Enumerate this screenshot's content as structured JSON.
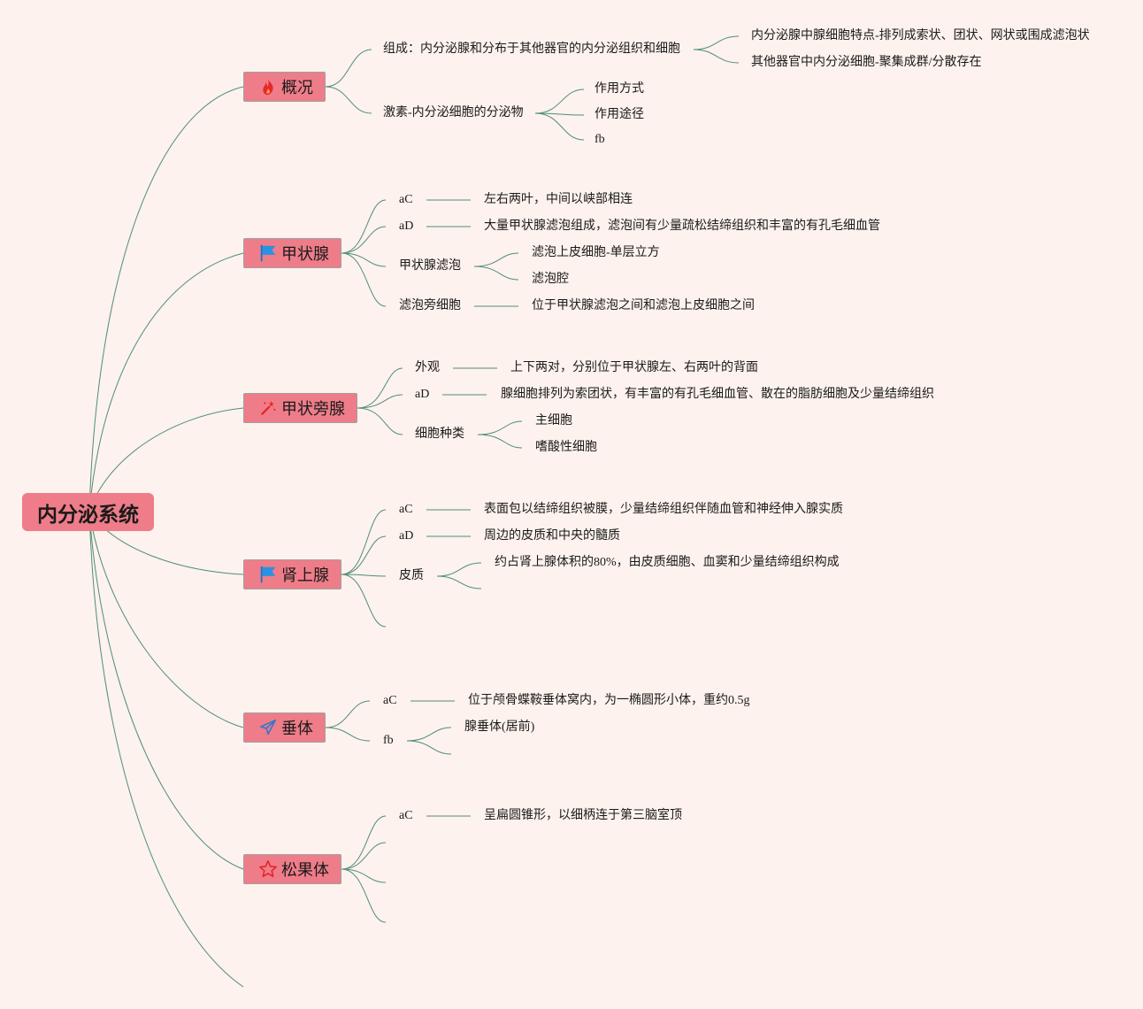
{
  "root": {
    "label": "内分泌系统"
  },
  "branches": [
    {
      "label": "概况",
      "icon": "fire-icon"
    },
    {
      "label": "甲状腺",
      "icon": "flag-icon"
    },
    {
      "label": "甲状旁腺",
      "icon": "magic-wand-icon"
    },
    {
      "label": "肾上腺",
      "icon": "flag-icon"
    },
    {
      "label": "垂体",
      "icon": "paper-plane-icon"
    },
    {
      "label": "松果体",
      "icon": "star-icon"
    }
  ],
  "overview": {
    "composition": "组成：内分泌腺和分布于其他器官的内分泌组织和细胞",
    "composition_children": [
      "内分泌腺中腺细胞特点-排列成索状、团状、网状或围成滤泡状",
      "其他器官中内分泌细胞-聚集成群/分散存在"
    ],
    "hormone": "激素-内分泌细胞的分泌物",
    "hormone_children": [
      "作用方式",
      "作用途径",
      "fb"
    ]
  },
  "thyroid": {
    "ac": "aC",
    "ac_text": "左右两叶，中间以峡部相连",
    "ad": "aD",
    "ad_text": "大量甲状腺滤泡组成，滤泡间有少量疏松结缔组织和丰富的有孔毛细血管",
    "follicle": "甲状腺滤泡",
    "follicle_children": [
      "滤泡上皮细胞-单层立方",
      "滤泡腔"
    ],
    "parafollicular": "滤泡旁细胞",
    "parafollicular_text": "位于甲状腺滤泡之间和滤泡上皮细胞之间"
  },
  "parathyroid": {
    "appearance": "外观",
    "appearance_text": "上下两对，分别位于甲状腺左、右两叶的背面",
    "ad": "aD",
    "ad_text": "腺细胞排列为索团状，有丰富的有孔毛细血管、散在的脂肪细胞及少量结缔组织",
    "cells": "细胞种类",
    "cells_children": [
      "主细胞",
      "嗜酸性细胞"
    ]
  },
  "adrenal": {
    "ac": "aC",
    "ac_text": "表面包以结缔组织被膜，少量结缔组织伴随血管和神经伸入腺实质",
    "ad": "aD",
    "ad_text": "周边的皮质和中央的髓质",
    "cortex": "皮质",
    "cortex_text": "约占肾上腺体积的80%，由皮质细胞、血窦和少量结缔组织构成"
  },
  "pituitary": {
    "ac": "aC",
    "ac_text": "位于颅骨蝶鞍垂体窝内，为一椭圆形小体，重约0.5g",
    "fb": "fb",
    "fb_text": "腺垂体(居前)"
  },
  "pineal": {
    "ac": "aC",
    "ac_text": "呈扁圆锥形，以细柄连于第三脑室顶"
  }
}
